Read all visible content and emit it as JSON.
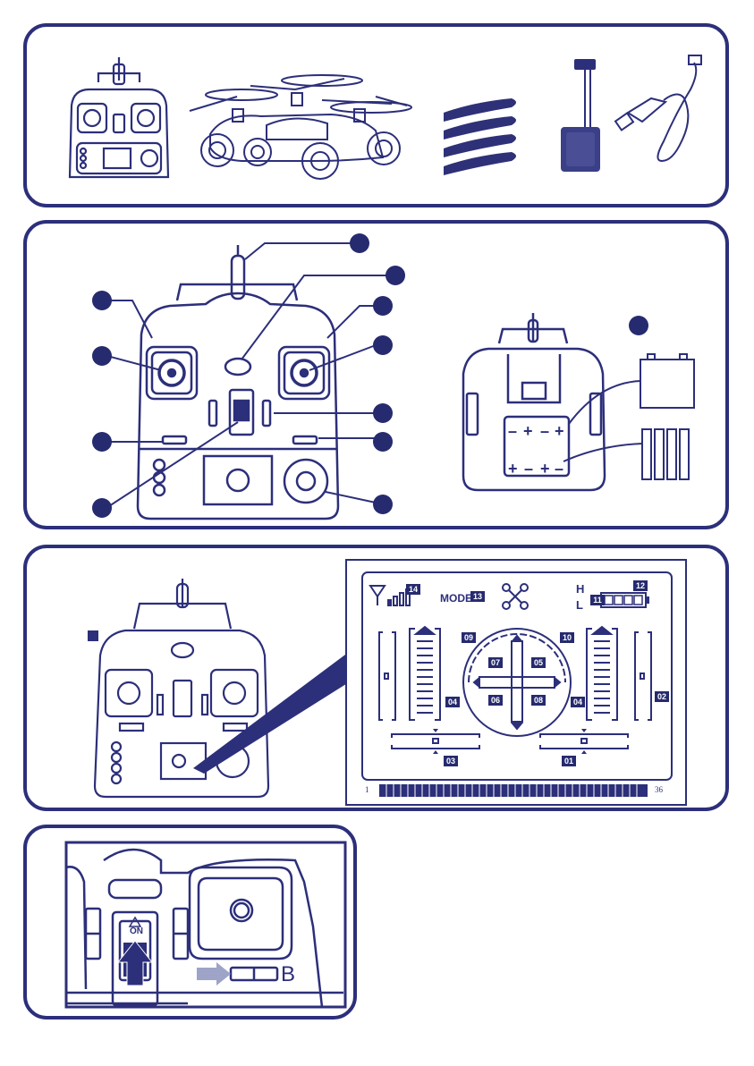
{
  "lcd": {
    "mode_label": "MODE1",
    "high_label": "H",
    "low_label": "L",
    "callouts": [
      "14",
      "13",
      "12",
      "11",
      "09",
      "10",
      "07",
      "05",
      "06",
      "08",
      "04",
      "04",
      "02",
      "03",
      "01"
    ],
    "pin_start": "1",
    "pin_end": "36"
  },
  "power": {
    "switch_label": "ON",
    "trim_label": "B"
  },
  "colors": {
    "ink": "#2c2f7a",
    "callout": "#262a6e",
    "blade": "#2e3178",
    "battery": "#3a3f87",
    "arrow": "#9ea3c8"
  }
}
